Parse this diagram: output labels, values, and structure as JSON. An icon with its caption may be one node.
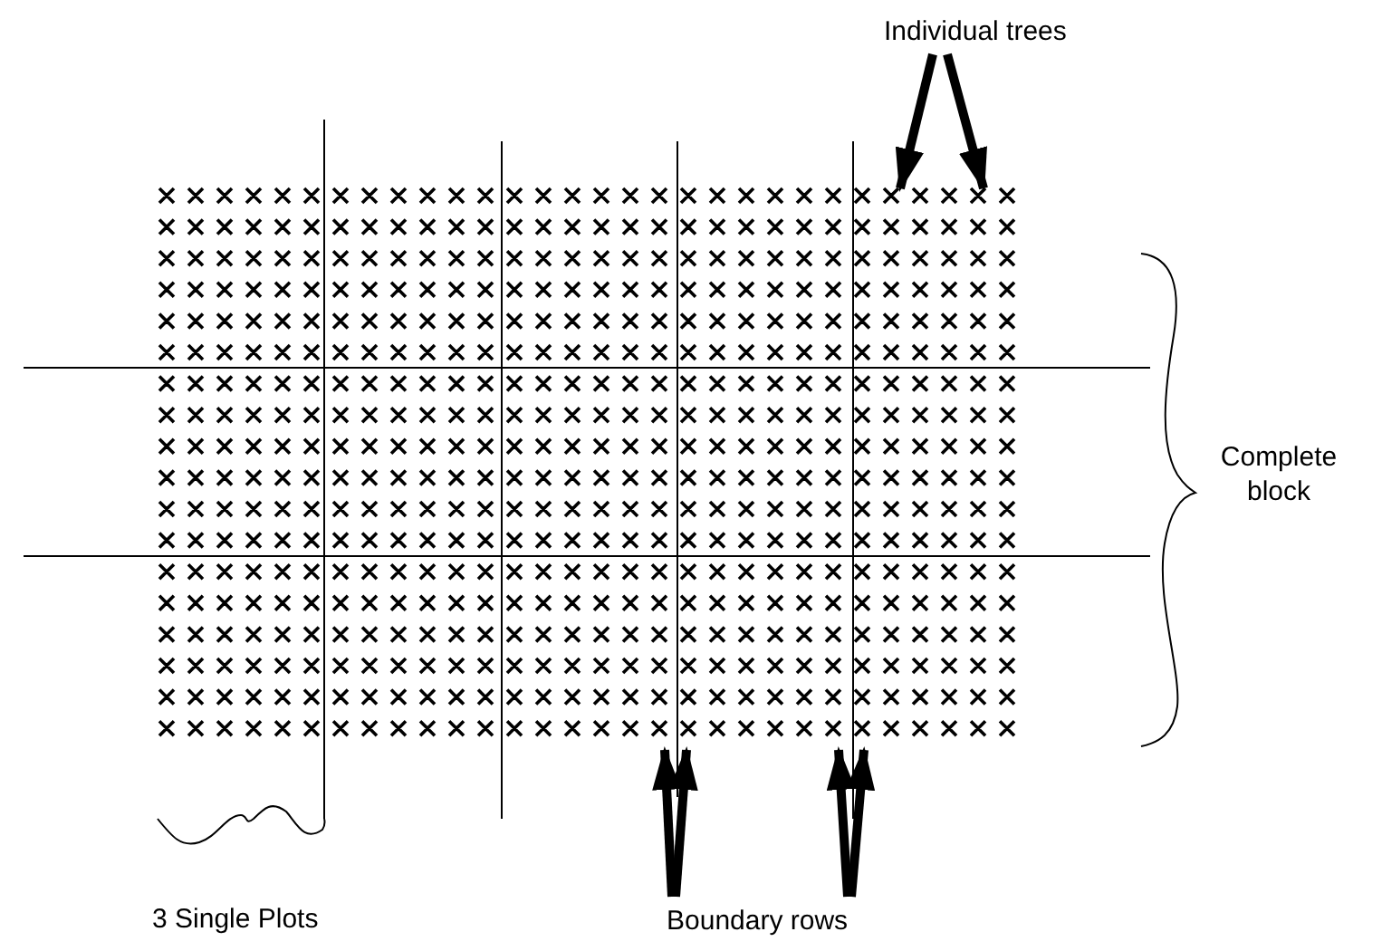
{
  "diagram": {
    "nodes": [
      {
        "text": [
          "Individual trees"
        ]
      },
      {
        "text": [
          "Boundary rows"
        ]
      }
    ],
    "edges": [
      {
        "from": 0,
        "to": null,
        "arrow": "to"
      },
      {
        "from": 0,
        "to": null,
        "arrow": "to"
      },
      {
        "from": 1,
        "to": null,
        "arrow": "to"
      },
      {
        "from": 1,
        "to": null,
        "arrow": "to"
      },
      {
        "from": 1,
        "to": null,
        "arrow": "to"
      },
      {
        "from": 1,
        "to": null,
        "arrow": "to"
      }
    ],
    "labels": [
      "Complete block",
      "3 Single Plots"
    ]
  }
}
